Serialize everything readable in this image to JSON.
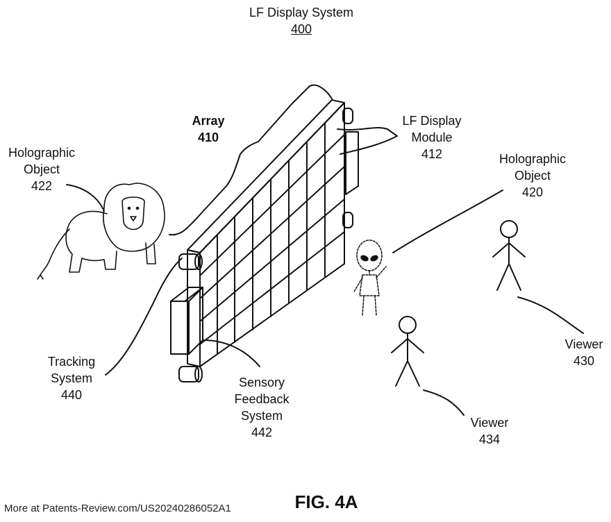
{
  "title": {
    "line1": "LF Display System",
    "number": "400"
  },
  "labels": {
    "array": {
      "line1": "Array",
      "number": "410"
    },
    "module": {
      "line1": "LF Display",
      "line2": "Module",
      "number": "412"
    },
    "holo_lion": {
      "line1": "Holographic",
      "line2": "Object",
      "number": "422"
    },
    "holo_alien": {
      "line1": "Holographic",
      "line2": "Object",
      "number": "420"
    },
    "tracking": {
      "line1": "Tracking",
      "line2": "System",
      "number": "440"
    },
    "sensory": {
      "line1": "Sensory",
      "line2": "Feedback",
      "line3": "System",
      "number": "442"
    },
    "viewer_430": {
      "line1": "Viewer",
      "number": "430"
    },
    "viewer_434": {
      "line1": "Viewer",
      "number": "434"
    }
  },
  "figure_label": "FIG. 4A",
  "footer": "More at Patents-Review.com/US20240286052A1",
  "icons": [
    "lion-icon",
    "alien-icon",
    "stick-figure-icon"
  ],
  "colors": {
    "line": "#111111",
    "background": "#ffffff"
  }
}
